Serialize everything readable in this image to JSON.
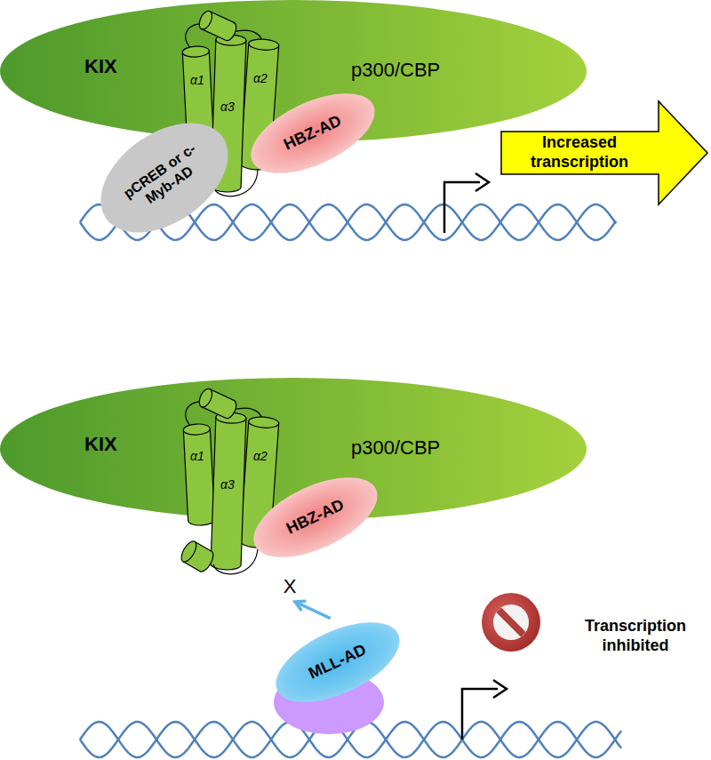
{
  "diagram": {
    "nodes": [
      {
        "text": [
          "KIX",
          "p300/CBP"
        ]
      },
      {
        "text": [
          "pCREB or c-Myb-AD"
        ]
      },
      {
        "text": [
          "HBZ-AD"
        ]
      },
      {
        "text": [
          "Increased transcription"
        ]
      },
      {
        "text": [
          "KIX",
          "p300/CBP"
        ]
      },
      {
        "text": [
          "HBZ-AD"
        ]
      },
      {
        "text": [
          "MLL-AD"
        ]
      }
    ],
    "edges": [
      {
        "from": 6,
        "to": 4,
        "arrow": "to",
        "label": "X"
      }
    ],
    "labels": [
      "α1",
      "α3",
      "α2",
      "α1",
      "α3",
      "α2",
      "Transcription inhibited"
    ]
  }
}
